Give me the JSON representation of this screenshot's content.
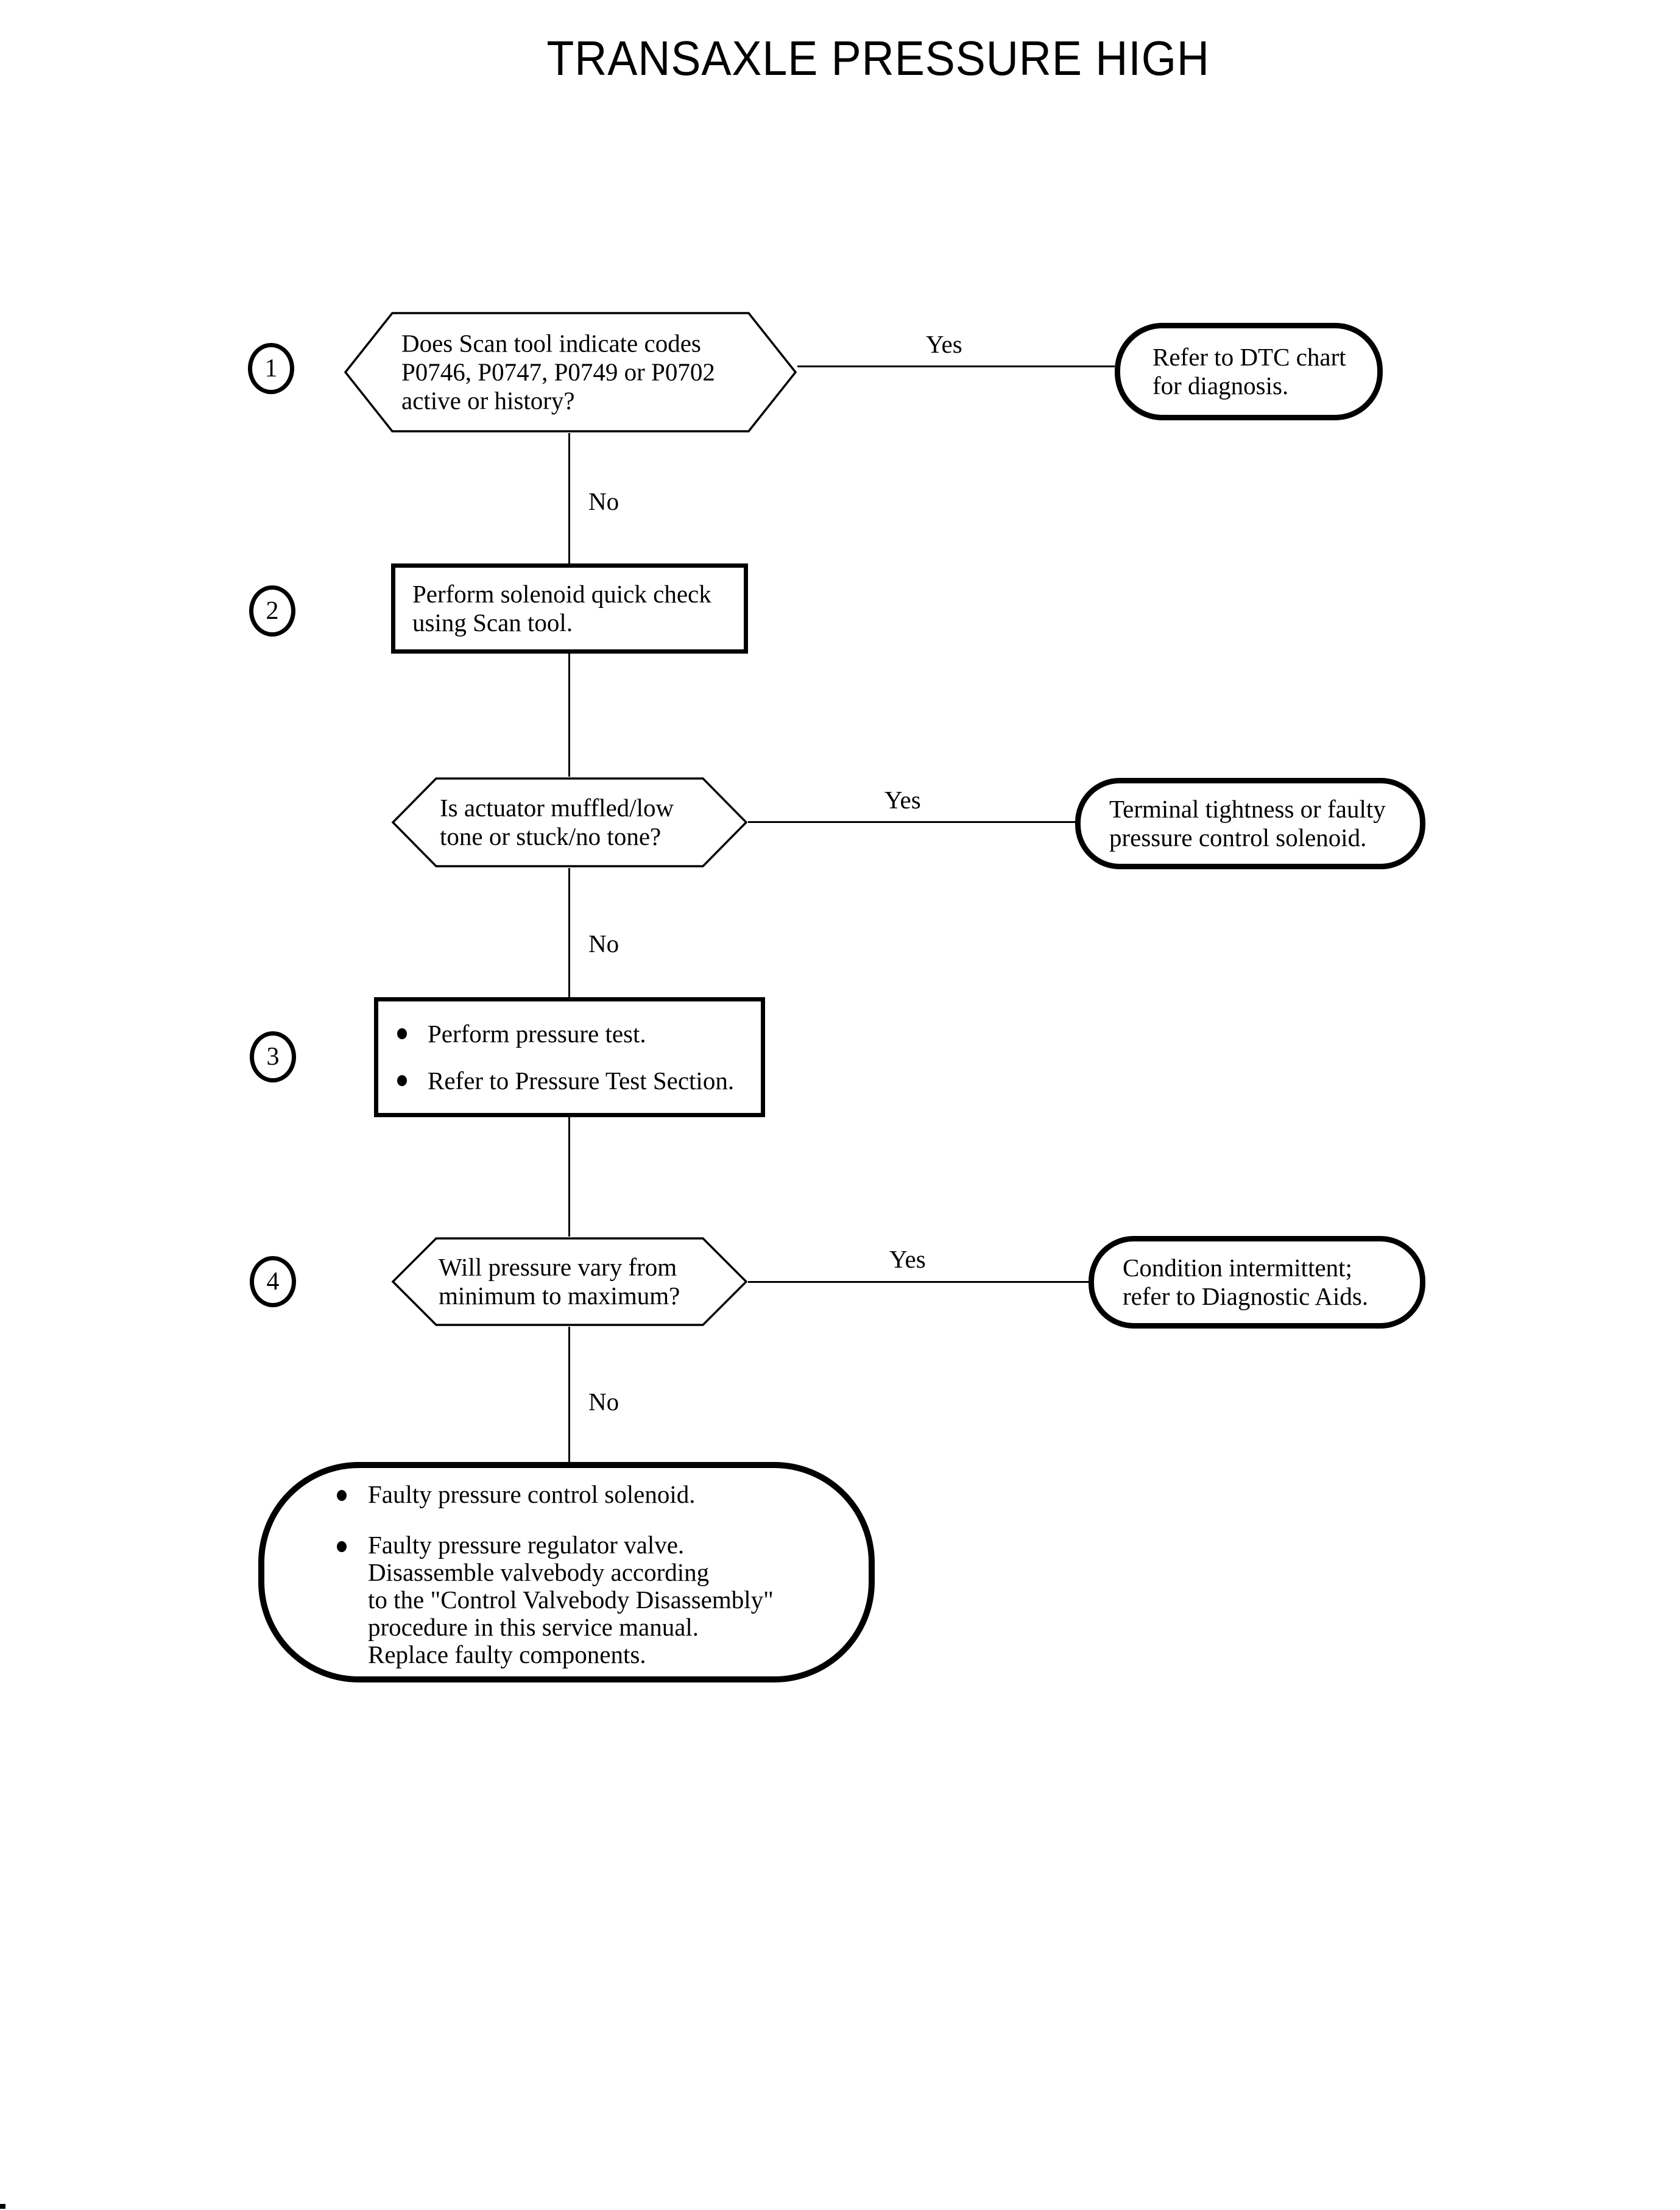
{
  "title": "TRANSAXLE PRESSURE HIGH",
  "labels": {
    "yes": "Yes",
    "no": "No"
  },
  "steps": [
    {
      "number": "1",
      "question": [
        "Does Scan tool indicate codes",
        "P0746, P0747, P0749 or P0702",
        "active or history?"
      ],
      "yes_result": [
        "Refer to DTC chart",
        "for diagnosis."
      ]
    },
    {
      "number": "2",
      "action": [
        "Perform solenoid quick check",
        "using Scan tool."
      ]
    },
    {
      "question": [
        "Is actuator muffled/low",
        "tone or stuck/no tone?"
      ],
      "yes_result": [
        "Terminal tightness or faulty",
        "pressure control solenoid."
      ]
    },
    {
      "number": "3",
      "bullets": [
        "Perform pressure test.",
        "Refer to Pressure Test Section."
      ]
    },
    {
      "number": "4",
      "question": [
        "Will pressure vary from",
        "minimum to maximum?"
      ],
      "yes_result": [
        "Condition intermittent;",
        "refer to Diagnostic Aids."
      ]
    },
    {
      "bullets_1": [
        "Faulty pressure control solenoid."
      ],
      "bullets_2": [
        "Faulty pressure regulator valve.",
        "Disassemble valvebody according",
        "to the \"Control Valvebody Disassembly\"",
        "procedure in this service manual.",
        "Replace faulty components."
      ]
    }
  ]
}
